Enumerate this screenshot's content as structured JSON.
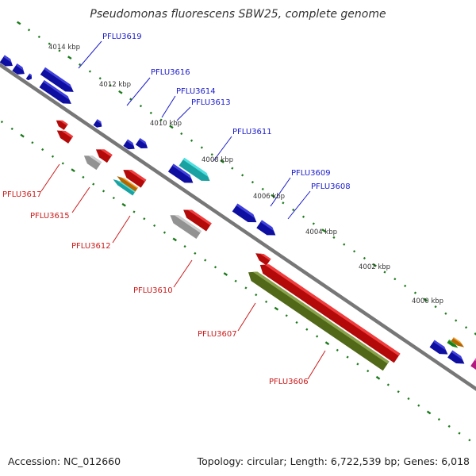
{
  "title": "Pseudomonas fluorescens SBW25, complete genome",
  "footer": {
    "accession": "Accession: NC_012660",
    "summary": "Topology: circular; Length: 6,722,539 bp; Genes: 6,018"
  },
  "colors": {
    "forward_gene": "#1212d6",
    "reverse_gene": "#ee0c0c",
    "pseudo_gene": "#c2c2c2",
    "rna_cyan": "#22d8d8",
    "rna_orange": "#f08800",
    "highlight_olive": "#6b8a1e",
    "magenta": "#ee22aa",
    "green": "#22aa22",
    "backbone": "#777777",
    "tick_dots": "#1a7a1a"
  },
  "scale_labels": [
    "4014 kbp",
    "4012 kbp",
    "4010 kbp",
    "4008 kbp",
    "4006 kbp",
    "4004 kbp",
    "4002 kbp",
    "4000 kbp"
  ],
  "forward_labels": [
    "PFLU3619",
    "PFLU3616",
    "PFLU3614",
    "PFLU3613",
    "PFLU3611",
    "PFLU3609",
    "PFLU3608"
  ],
  "reverse_labels": [
    "PFLU3617",
    "PFLU3615",
    "PFLU3612",
    "PFLU3610",
    "PFLU3607",
    "PFLU3606"
  ]
}
